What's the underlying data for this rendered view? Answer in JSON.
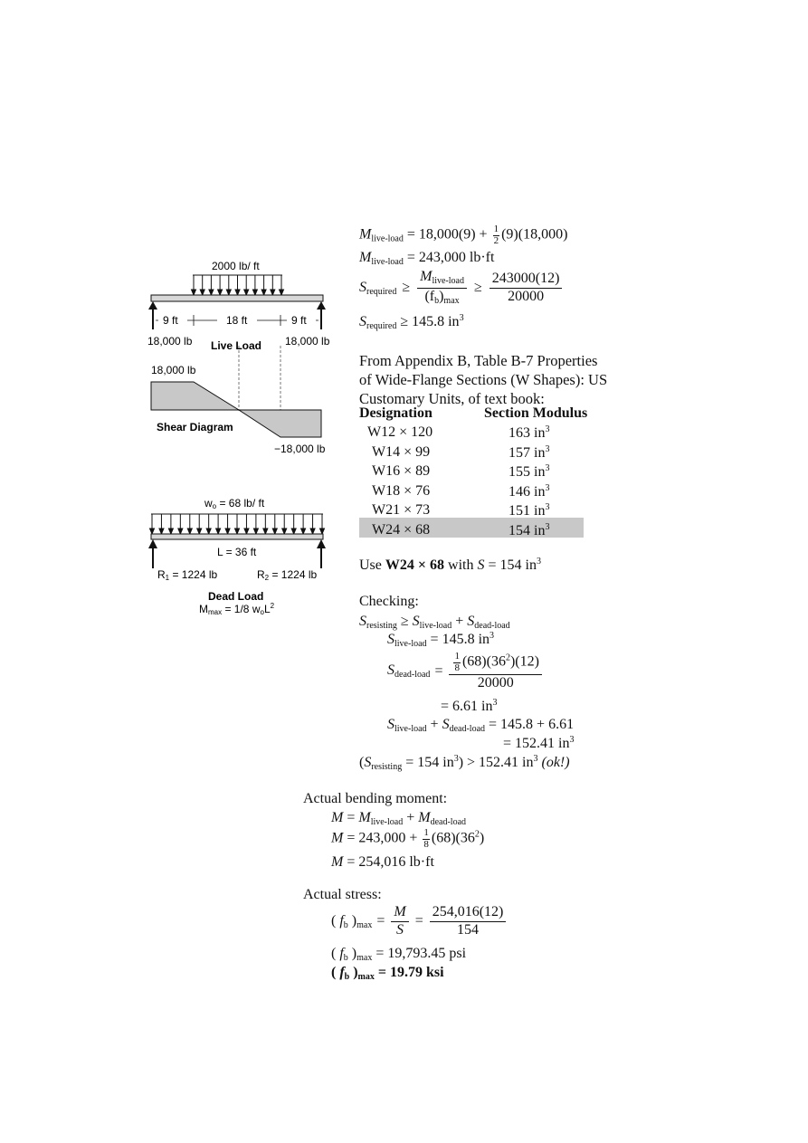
{
  "live_load_calc": {
    "m_live_1_rhs_a": "= 18,000(9) +",
    "m_live_1_half_num": "1",
    "m_live_1_half_den": "2",
    "m_live_1_rhs_b": "(9)(18,000)",
    "m_live_2_rhs": "= 243,000 lb·ft",
    "s_req_num": "M",
    "s_req_num_sub": "live-load",
    "s_req_den": "(f",
    "s_req_den_sub": "b",
    "s_req_den_tail": ")",
    "s_req_den_max": "max",
    "s_req_num2": "243000(12)",
    "s_req_den2": "20000",
    "s_req_result": "≥ 145.8 in",
    "s_req_result_sup": "3",
    "ge": "≥",
    "sym_M": "M",
    "sym_S": "S",
    "sub_live": "live-load",
    "sub_req": "required"
  },
  "appendix": {
    "line1": "From Appendix B, Table B-7 Properties",
    "line2": "of Wide-Flange Sections (W Shapes):  US",
    "line3": "Customary Units, of text book:"
  },
  "table": {
    "headers": [
      "Designation",
      "Section Modulus"
    ],
    "rows": [
      {
        "designation": "W12 × 120",
        "modulus": "163 in",
        "highlight": false
      },
      {
        "designation": "W14 × 99",
        "modulus": "157 in",
        "highlight": false
      },
      {
        "designation": "W16 × 89",
        "modulus": "155 in",
        "highlight": false
      },
      {
        "designation": "W18 × 76",
        "modulus": "146 in",
        "highlight": false
      },
      {
        "designation": "W21 × 73",
        "modulus": "151 in",
        "highlight": false
      },
      {
        "designation": "W24 × 68",
        "modulus": "154 in",
        "highlight": true
      }
    ],
    "unit_sup": "3"
  },
  "selection": {
    "prefix": "Use ",
    "shape": "W24 × 68",
    "mid": " with ",
    "s": "S",
    "tail": " = 154 in",
    "sup": "3"
  },
  "checking": {
    "title": "Checking:",
    "eq1_sub_resisting": "resisting",
    "eq1_mid": " ≥ ",
    "eq1_sub_live": "live-load",
    "eq1_plus": " + ",
    "eq1_sub_dead": "dead-load",
    "eq2_rhs": " = 145.8 in",
    "dead_frac_num_a": "1",
    "dead_frac_num_b": "8",
    "dead_num_tail": "(68)(36",
    "dead_num_sup": "2",
    "dead_num_end": ")(12)",
    "dead_den": "20000",
    "dead_result": "= 6.61 in",
    "sum_rhs": " = 145.8 + 6.61",
    "sum_result": "= 152.41 in",
    "final_open": "(",
    "final_mid": " = 154 in",
    "final_close": ") > 152.41 in",
    "final_ok": "(ok!)",
    "sup3": "3"
  },
  "bending": {
    "title": "Actual bending moment:",
    "eq1_rhs": " = ",
    "sub_live": "live-load",
    "plus": " + ",
    "sub_dead": "dead-load",
    "eq2_rhs": " = 243,000 +",
    "eq2_frac_num": "1",
    "eq2_frac_den": "8",
    "eq2_tail": "(68)(36",
    "eq2_sup": "2",
    "eq2_end": ")",
    "eq3_rhs": " = 254,016 lb·ft"
  },
  "stress": {
    "title": "Actual stress:",
    "fb_open": "( ",
    "fb_f": "f",
    "fb_sub_b": "b",
    "fb_close": " )",
    "fb_sub_max": "max",
    "frac1_num": "M",
    "frac1_den": "S",
    "frac2_num": "254,016(12)",
    "frac2_den": "154",
    "eq2_rhs": " = 19,793.45 psi",
    "eq3_rhs": " = 19.79 ksi",
    "eq_sign": "="
  },
  "live_diagram": {
    "load_label": "2000 lb/ ft",
    "span_left": "9 ft",
    "span_mid": "18 ft",
    "span_right": "9 ft",
    "reaction_left": "18,000 lb",
    "reaction_right": "18,000 lb",
    "caption": "Live Load",
    "shear_top": "18,000 lb",
    "shear_title": "Shear Diagram",
    "shear_bottom": "−18,000 lb"
  },
  "dead_diagram": {
    "load_label_w": "w",
    "load_label_sub": "o",
    "load_label_rest": " = 68 lb/ ft",
    "span": "L = 36 ft",
    "r1": "R",
    "r1_sub": "1",
    "r1_val": " = 1224 lb",
    "r2": "R",
    "r2_sub": "2",
    "r2_val": " = 1224 lb",
    "caption": "Dead Load",
    "mmax_m": "M",
    "mmax_sub": "max",
    "mmax_eq": " = 1/8 w",
    "mmax_sub2": "o",
    "mmax_l": "L",
    "mmax_sup": "2"
  }
}
